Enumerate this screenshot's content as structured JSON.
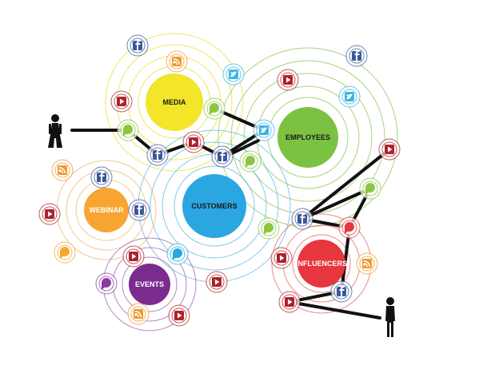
{
  "hubs": [
    {
      "key": "media",
      "label": "MEDIA",
      "color": "#f2e52a",
      "text": "dark"
    },
    {
      "key": "employees",
      "label": "EMPLOYEES",
      "color": "#7cc242",
      "text": "dark"
    },
    {
      "key": "customers",
      "label": "CUSTOMERS",
      "color": "#2aa6e0",
      "text": "dark"
    },
    {
      "key": "webinar",
      "label": "WEBINAR",
      "color": "#f7a531",
      "text": "light"
    },
    {
      "key": "influencers",
      "label": "INFLUENCERS",
      "color": "#e8363e",
      "text": "light"
    },
    {
      "key": "events",
      "label": "EVENTS",
      "color": "#7a2c8f",
      "text": "light"
    }
  ],
  "icon_colors": {
    "facebook": "#3b5998",
    "youtube": "#b0202a",
    "rss": "#f0982d",
    "twitter": "#39b5e6",
    "chat_green": "#8cc63f",
    "chat_blue": "#2ba6de",
    "chat_orange": "#f7a531",
    "chat_purple": "#8a3aa0",
    "chat_red": "#e8363e"
  },
  "connector_color": "#111111",
  "person_color": "#111111"
}
